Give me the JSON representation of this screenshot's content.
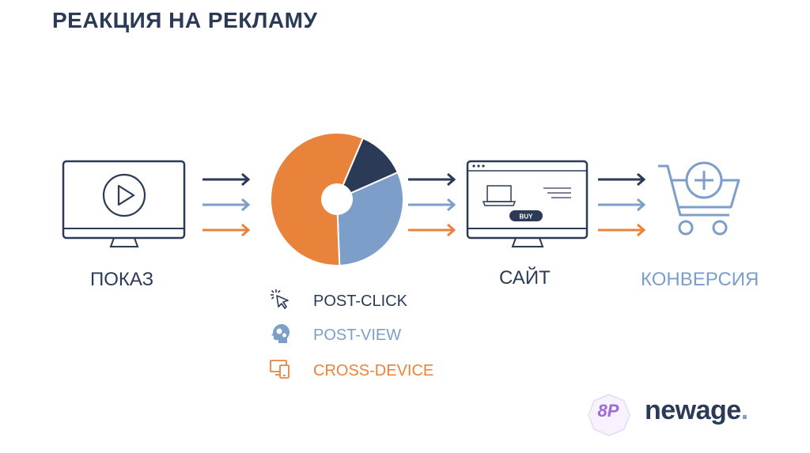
{
  "title": "РЕАКЦИЯ НА РЕКЛАМУ",
  "stages": {
    "show": "ПОКАЗ",
    "site": "САЙТ",
    "conversion": "КОНВЕРСИЯ"
  },
  "site_button": "BUY",
  "legend": [
    {
      "label": "POST-CLICK",
      "icon": "cursor-click-icon",
      "color": "#2b3b57"
    },
    {
      "label": "POST-VIEW",
      "icon": "head-gears-icon",
      "color": "#7c9ec9"
    },
    {
      "label": "CROSS-DEVICE",
      "icon": "devices-icon",
      "color": "#e9833c"
    }
  ],
  "pie_shares": [
    {
      "name": "POST-CLICK",
      "value": 12,
      "color": "#2b3b57"
    },
    {
      "name": "POST-VIEW",
      "value": 31,
      "color": "#7c9ec9"
    },
    {
      "name": "CROSS-DEVICE",
      "value": 57,
      "color": "#e9833c"
    }
  ],
  "arrow_colors": [
    "#2b3b57",
    "#7c9ec9",
    "#e9833c"
  ],
  "brand": {
    "badge": "8P",
    "name": "newage",
    "dot": "."
  }
}
